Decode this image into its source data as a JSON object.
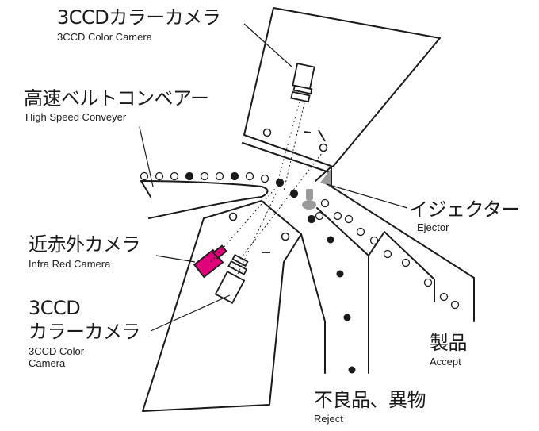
{
  "labels": {
    "top_camera": {
      "jp": "3CCDカラーカメラ",
      "en": "3CCD Color Camera"
    },
    "conveyor": {
      "jp": "高速ベルトコンベアー",
      "en": "High Speed Conveyer"
    },
    "ejector": {
      "jp": "イジェクター",
      "en": "Ejector"
    },
    "ir_camera": {
      "jp": "近赤外カメラ",
      "en": "Infra Red Camera"
    },
    "bottom_camera": {
      "jp_line1": "3CCD",
      "jp_line2": "カラーカメラ",
      "en_line1": "3CCD Color",
      "en_line2": "Camera"
    },
    "accept": {
      "jp": "製品",
      "en": "Accept"
    },
    "reject": {
      "jp": "不良品、異物",
      "en": "Reject"
    }
  },
  "colors": {
    "line": "#1a1a1a",
    "ir_camera": "#e0007a",
    "ejector": "#9a9a9a",
    "background": "#ffffff"
  }
}
